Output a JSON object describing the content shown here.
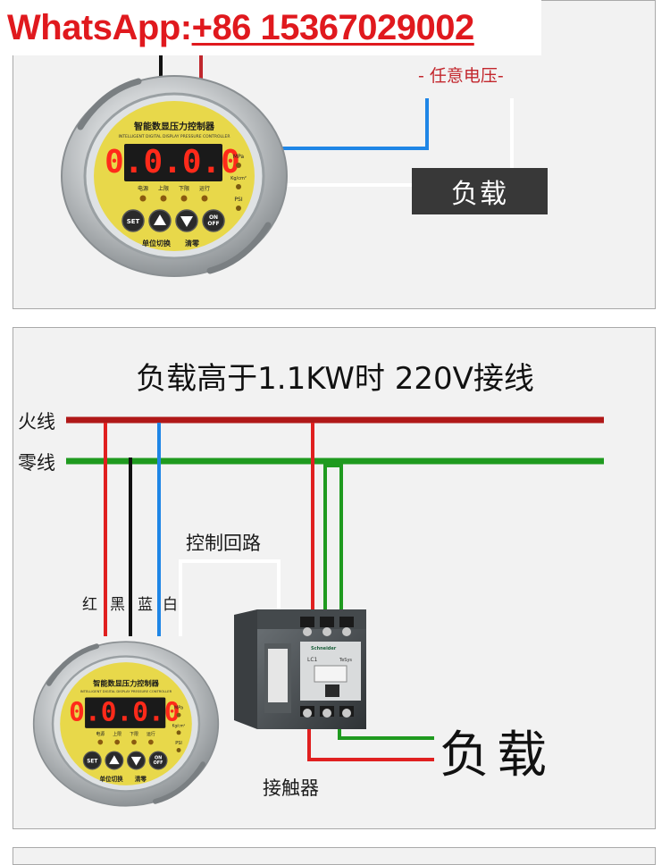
{
  "banner": {
    "prefix": "WhatsApp:",
    "number": "+86 15367029002",
    "color": "#e0191e"
  },
  "panel_top": {
    "supply_label": "- 任意电压-",
    "load_label": "负载"
  },
  "panel_bottom": {
    "title": "负载高于1.1KW时 220V接线",
    "live_label": "火线",
    "neutral_label": "零线",
    "control_loop_label": "控制回路",
    "wire_labels": [
      "红",
      "黑",
      "蓝",
      "白"
    ],
    "load_label": "负载",
    "contactor_label": "接触器"
  },
  "controller": {
    "title": "智能数显压力控制器",
    "subtitle": "INTELLIGENT DIGITAL DISPLAY PRESSURE CONTROLLER",
    "display": "0.0.0.0",
    "units": [
      "MPa",
      "Kg/cm²",
      "PSI"
    ],
    "indicators": [
      "电源",
      "上限",
      "下限",
      "运行"
    ],
    "buttons": [
      "SET",
      "▲",
      "▼",
      "ON OFF"
    ],
    "footer_left": "单位切换",
    "footer_right": "清零"
  },
  "contactor": {
    "brand": "Schneider",
    "model": "LC1",
    "tag": "TeSys"
  },
  "colors": {
    "live": "#b01818",
    "neutral": "#1f9a1f",
    "red_wire": "#e02020",
    "black_wire": "#111111",
    "blue_wire": "#1f86e6",
    "white_wire": "#ffffff",
    "face": "#e8d84a"
  }
}
